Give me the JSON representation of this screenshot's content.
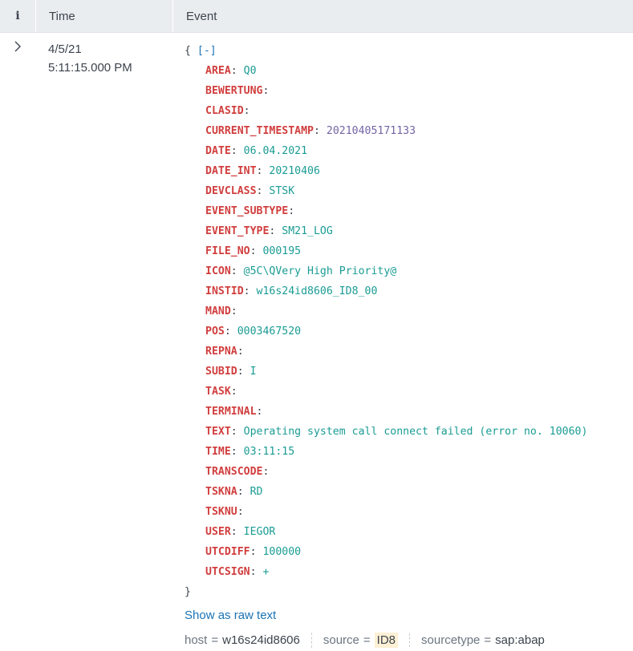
{
  "header": {
    "info_label": "i",
    "time_label": "Time",
    "event_label": "Event"
  },
  "event": {
    "date": "4/5/21",
    "time": "5:11:15.000 PM",
    "open_brace": "{",
    "collapse_label": "[-]",
    "close_brace": "}",
    "fields": [
      {
        "key": "AREA",
        "value": "Q0"
      },
      {
        "key": "BEWERTUNG",
        "value": ""
      },
      {
        "key": "CLASID",
        "value": ""
      },
      {
        "key": "CURRENT_TIMESTAMP",
        "value": "20210405171133"
      },
      {
        "key": "DATE",
        "value": "06.04.2021"
      },
      {
        "key": "DATE_INT",
        "value": "20210406"
      },
      {
        "key": "DEVCLASS",
        "value": "STSK"
      },
      {
        "key": "EVENT_SUBTYPE",
        "value": ""
      },
      {
        "key": "EVENT_TYPE",
        "value": "SM21_LOG"
      },
      {
        "key": "FILE_NO",
        "value": "000195"
      },
      {
        "key": "ICON",
        "value": "@5C\\QVery High Priority@"
      },
      {
        "key": "INSTID",
        "value": "w16s24id8606_ID8_00"
      },
      {
        "key": "MAND",
        "value": ""
      },
      {
        "key": "POS",
        "value": "0003467520"
      },
      {
        "key": "REPNA",
        "value": ""
      },
      {
        "key": "SUBID",
        "value": "I"
      },
      {
        "key": "TASK",
        "value": ""
      },
      {
        "key": "TERMINAL",
        "value": ""
      },
      {
        "key": "TEXT",
        "value": "Operating system call connect failed (error no. 10060)"
      },
      {
        "key": "TIME",
        "value": "03:11:15"
      },
      {
        "key": "TRANSCODE",
        "value": ""
      },
      {
        "key": "TSKNA",
        "value": "RD"
      },
      {
        "key": "TSKNU",
        "value": ""
      },
      {
        "key": "USER",
        "value": "IEGOR"
      },
      {
        "key": "UTCDIFF",
        "value": "100000"
      },
      {
        "key": "UTCSIGN",
        "value": "+"
      }
    ],
    "show_raw_label": "Show as raw text",
    "meta": {
      "host_name": "host",
      "host_value": "w16s24id8606",
      "source_name": "source",
      "source_value": "ID8",
      "sourcetype_name": "sourcetype",
      "sourcetype_value": "sap:abap",
      "equals": "="
    }
  },
  "colors": {
    "key": "#d13e3e",
    "string_value": "#1a9c94",
    "numeric_value": "#7464a5",
    "link": "#1a73b5",
    "header_bg": "#eaedf0",
    "highlight_bg": "#fdf0d5"
  },
  "icons": {
    "expand": "chevron-right-icon"
  }
}
